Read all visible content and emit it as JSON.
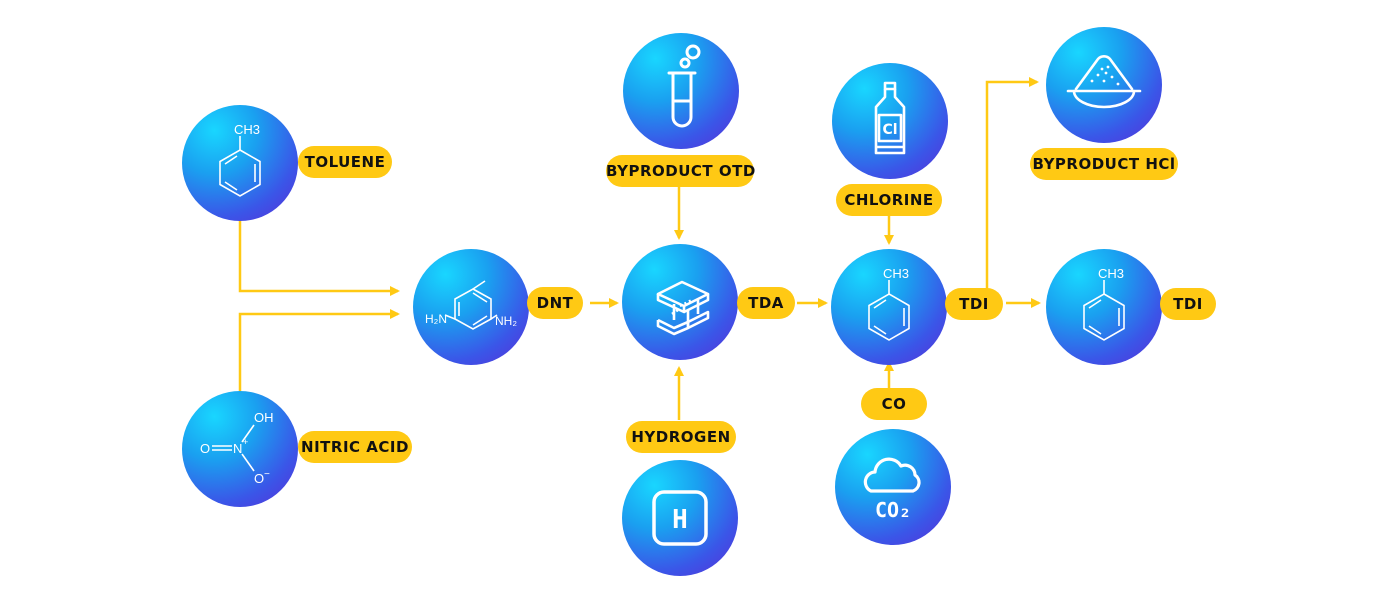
{
  "nodes": {
    "toluene": {
      "label": "TOLUENE",
      "icon": "toluene-molecule-icon",
      "formula": "CH3"
    },
    "nitric_acid": {
      "label": "NITRIC ACID",
      "icon": "nitric-acid-molecule-icon",
      "o_left": "O",
      "n": "N",
      "plus": "+",
      "oh": "OH",
      "o_minus": "O",
      "minus": "−"
    },
    "dnt": {
      "label": "DNT",
      "icon": "diaminotoluene-molecule-icon",
      "nh2_left": "H₂N",
      "nh2_right": "NH₂"
    },
    "tda": {
      "label": "TDA",
      "icon": "steel-beam-icon"
    },
    "byproduct_otd": {
      "label": "BYPRODUCT OTD",
      "icon": "test-tube-icon"
    },
    "hydrogen": {
      "label": "HYDROGEN",
      "icon": "hydrogen-box-icon",
      "symbol": "H"
    },
    "tdi_center": {
      "label": "TDI",
      "icon": "toluene-molecule-icon",
      "formula": "CH3"
    },
    "chlorine": {
      "label": "CHLORINE",
      "icon": "chlorine-bottle-icon",
      "symbol": "Cl"
    },
    "co": {
      "label": "CO",
      "icon": "co2-cloud-icon",
      "cloud_text": "CO₂"
    },
    "byproduct_hcl": {
      "label": "BYPRODUCT HCl",
      "icon": "salt-bowl-icon"
    },
    "tdi_final": {
      "label": "TDI",
      "icon": "toluene-molecule-icon",
      "formula": "CH3"
    }
  },
  "colors": {
    "accent": "#ffc914",
    "node_gradient_start": "#19d6ff",
    "node_gradient_end": "#5b2bd6",
    "label_text": "#111111"
  }
}
